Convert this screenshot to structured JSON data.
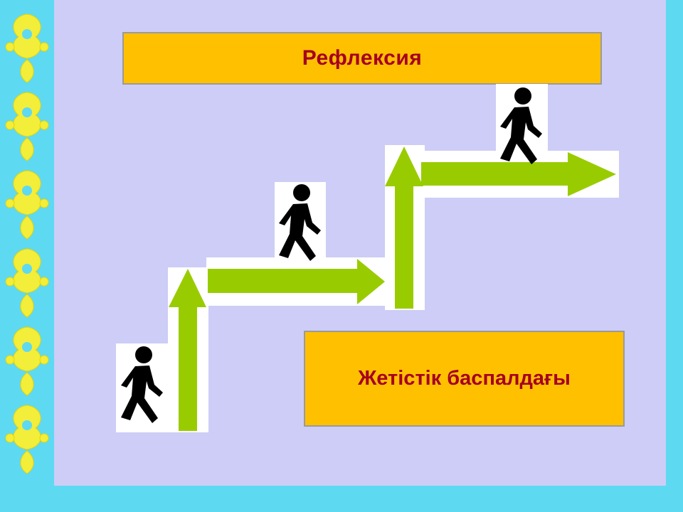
{
  "slide": {
    "title": "Рефлексия",
    "caption": "Жетістік баспалдағы"
  },
  "colors": {
    "background": "#cdcdf7",
    "frame": "#5ed9f2",
    "ornament": "#f2ee3a",
    "box_fill": "#ffc000",
    "text": "#a50021",
    "arrow": "#99cc00",
    "figure": "#000000"
  },
  "icons": {
    "ornament": "kazakh-ornament-pattern",
    "figure": "walking-person-icon",
    "arrow": "green-arrow"
  }
}
